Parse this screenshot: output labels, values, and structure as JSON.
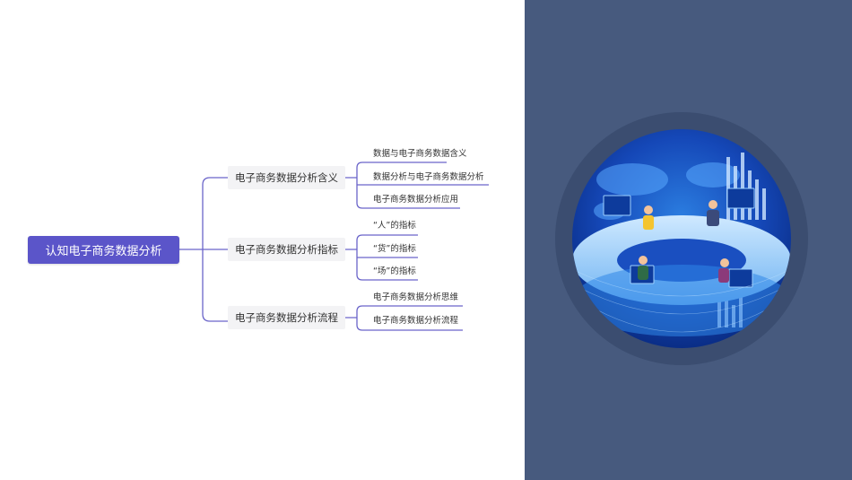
{
  "mindmap": {
    "root": "认知电子商务数据分析",
    "branches": [
      {
        "label": "电子商务数据分析含义",
        "children": [
          "数据与电子商务数据含义",
          "数据分析与电子商务数据分析",
          "电子商务数据分析应用"
        ]
      },
      {
        "label": "电子商务数据分析指标",
        "children": [
          "“人”的指标",
          "“货”的指标",
          "“场”的指标"
        ]
      },
      {
        "label": "电子商务数据分析流程",
        "children": [
          "电子商务数据分析思维",
          "电子商务数据分析流程"
        ]
      }
    ]
  },
  "colors": {
    "accent": "#5b55c9",
    "connector": "#6a64c9",
    "panel": "#475a7e",
    "node_bg": "#f3f3f5"
  }
}
